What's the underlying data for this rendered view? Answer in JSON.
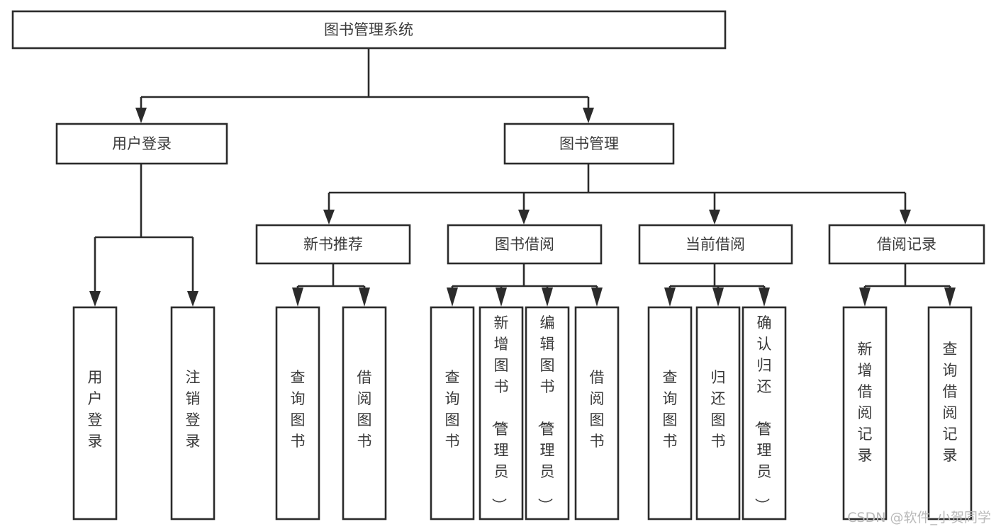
{
  "diagram": {
    "title": "图书管理系统",
    "type": "tree-hierarchy-chart",
    "root": {
      "id": "root",
      "label": "图书管理系统",
      "orientation": "horizontal"
    },
    "level2": [
      {
        "id": "user-login",
        "label": "用户登录",
        "orientation": "horizontal"
      },
      {
        "id": "book-manage",
        "label": "图书管理",
        "orientation": "horizontal"
      }
    ],
    "level3": [
      {
        "id": "new-book-recommend",
        "label": "新书推荐",
        "orientation": "horizontal",
        "parent": "book-manage"
      },
      {
        "id": "book-borrow",
        "label": "图书借阅",
        "orientation": "horizontal",
        "parent": "book-manage"
      },
      {
        "id": "current-borrow",
        "label": "当前借阅",
        "orientation": "horizontal",
        "parent": "book-manage"
      },
      {
        "id": "borrow-record",
        "label": "借阅记录",
        "orientation": "horizontal",
        "parent": "book-manage"
      }
    ],
    "leaves": [
      {
        "id": "leaf-user-login",
        "label": "用户登录",
        "orientation": "vertical",
        "parent": "user-login"
      },
      {
        "id": "leaf-user-logout",
        "label": "注销登录",
        "orientation": "vertical",
        "parent": "user-login"
      },
      {
        "id": "leaf-query-book-1",
        "label": "查询图书",
        "orientation": "vertical",
        "parent": "new-book-recommend"
      },
      {
        "id": "leaf-borrow-book-1",
        "label": "借阅图书",
        "orientation": "vertical",
        "parent": "new-book-recommend"
      },
      {
        "id": "leaf-query-book-2",
        "label": "查询图书",
        "orientation": "vertical",
        "parent": "book-borrow"
      },
      {
        "id": "leaf-add-book",
        "label": "新增图书（管理员）",
        "orientation": "vertical",
        "parent": "book-borrow"
      },
      {
        "id": "leaf-edit-book",
        "label": "编辑图书（管理员）",
        "orientation": "vertical",
        "parent": "book-borrow"
      },
      {
        "id": "leaf-borrow-book-2",
        "label": "借阅图书",
        "orientation": "vertical",
        "parent": "book-borrow"
      },
      {
        "id": "leaf-query-book-3",
        "label": "查询图书",
        "orientation": "vertical",
        "parent": "current-borrow"
      },
      {
        "id": "leaf-return-book",
        "label": "归还图书",
        "orientation": "vertical",
        "parent": "current-borrow"
      },
      {
        "id": "leaf-confirm-return",
        "label": "确认归还（管理员）",
        "orientation": "vertical",
        "parent": "current-borrow"
      },
      {
        "id": "leaf-add-record",
        "label": "新增借阅记录",
        "orientation": "vertical",
        "parent": "borrow-record"
      },
      {
        "id": "leaf-query-record",
        "label": "查询借阅记录",
        "orientation": "vertical",
        "parent": "borrow-record"
      }
    ],
    "watermark": "CSDN @软件_小贺同学",
    "colors": {
      "box_stroke": "#2b2b2b",
      "box_fill": "#ffffff",
      "text": "#3a3a3a",
      "background": "#ffffff",
      "watermark": "#b9b9b9"
    }
  }
}
